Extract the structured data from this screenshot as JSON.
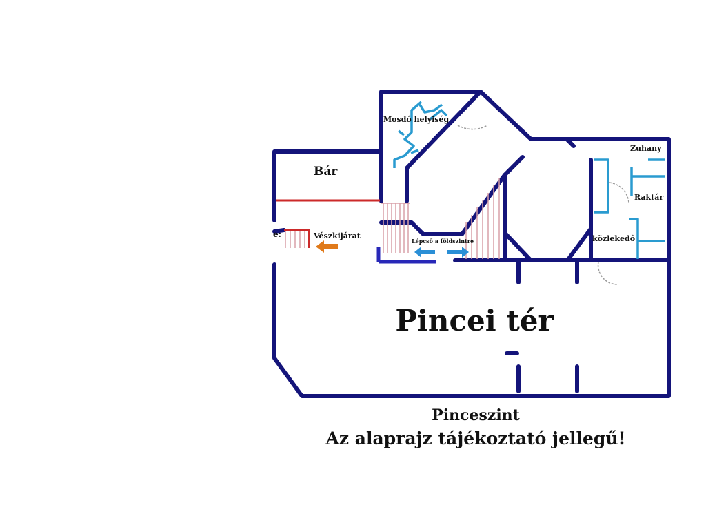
{
  "plan": {
    "labels": {
      "toilet": "Mosdó helyiség",
      "bar": "Bár",
      "exit": "Vészkijárat",
      "exit_prefix": "e:",
      "stairs": "Lépcső a földszintre",
      "shower": "Zuhany",
      "storage": "Raktár",
      "corridor": "közlekedő",
      "main_hall": "Pincei tér"
    },
    "caption": {
      "line1": "Pinceszint",
      "line2": "Az alaprajz tájékoztató jellegű!"
    },
    "colors": {
      "wall": "#14147a",
      "plumbing": "#2a9bd0",
      "bar_counter": "#cc2a2a",
      "stairs_hatch": "#d9a0a8",
      "exit_arrow": "#e07a1a",
      "stairs_arrow": "#2a8fd6"
    }
  }
}
